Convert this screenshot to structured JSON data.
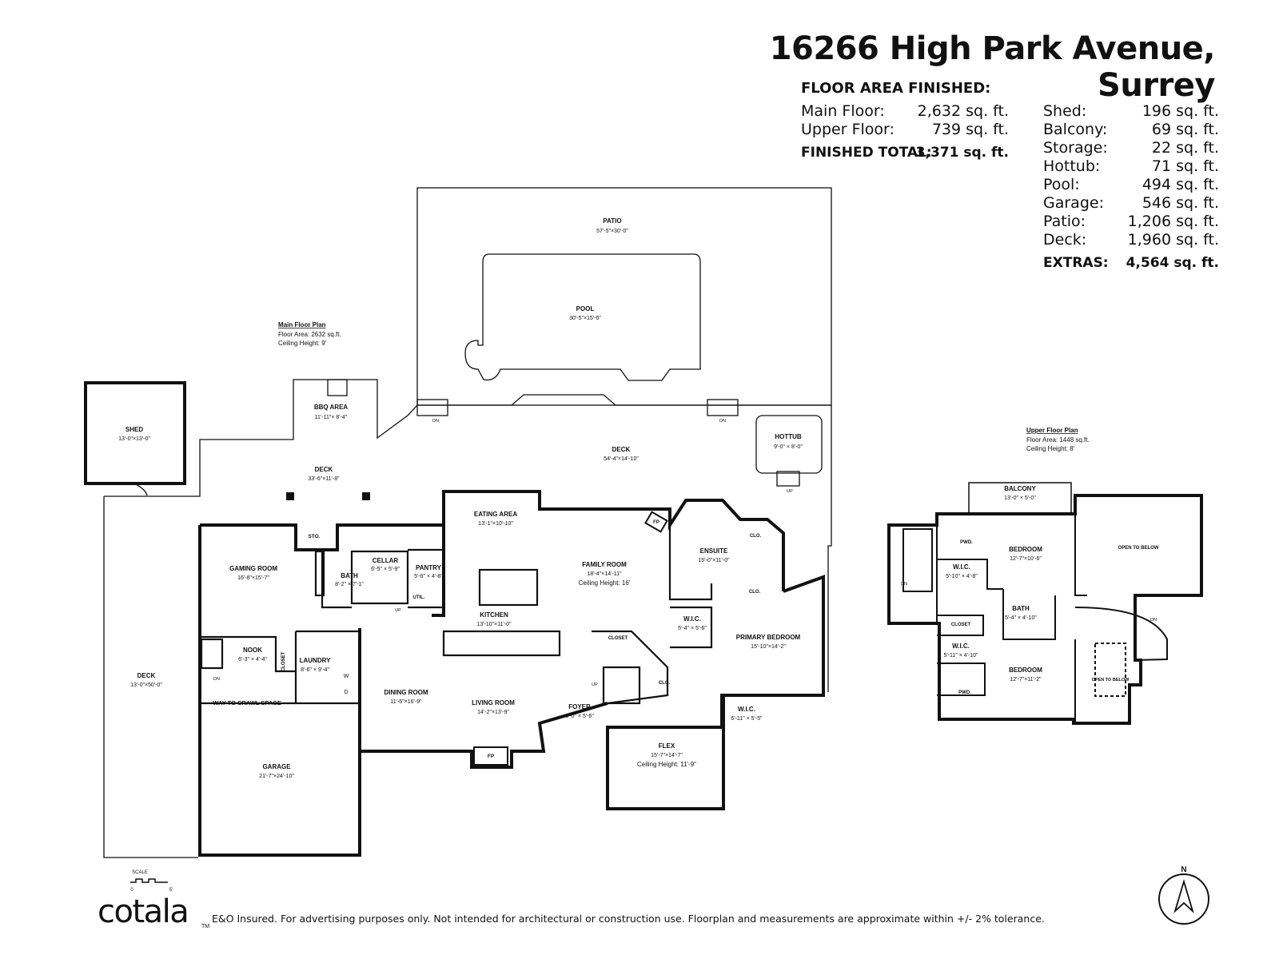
{
  "header": {
    "address": "16266 High Park Avenue, Surrey",
    "floor_area_heading": "FLOOR AREA FINISHED:"
  },
  "finished": [
    {
      "label": "Main Floor:",
      "value": "2,632 sq. ft."
    },
    {
      "label": "Upper Floor:",
      "value": "739 sq. ft."
    }
  ],
  "finished_total": {
    "label": "FINISHED TOTAL:",
    "value": "3,371 sq. ft."
  },
  "extras": [
    {
      "label": "Shed:",
      "value": "196 sq. ft."
    },
    {
      "label": "Balcony:",
      "value": "69 sq. ft."
    },
    {
      "label": "Storage:",
      "value": "22 sq. ft."
    },
    {
      "label": "Hottub:",
      "value": "71 sq. ft."
    },
    {
      "label": "Pool:",
      "value": "494 sq. ft."
    },
    {
      "label": "Garage:",
      "value": "546 sq. ft."
    },
    {
      "label": "Patio:",
      "value": "1,206 sq. ft."
    },
    {
      "label": "Deck:",
      "value": "1,960 sq. ft."
    }
  ],
  "extras_total": {
    "label": "EXTRAS:",
    "value": "4,564 sq. ft."
  },
  "main_plan": {
    "title": "Main Floor Plan",
    "area": "Floor Area: 2632 sq.ft.",
    "ceiling": "Ceiling Height: 9'"
  },
  "upper_plan": {
    "title": "Upper Floor Plan",
    "area": "Floor Area: 1448 sq.ft.",
    "ceiling": "Ceiling Height: 8'"
  },
  "rooms": {
    "patio": {
      "name": "PATIO",
      "dim": "57'-5\"×30'-0\""
    },
    "pool": {
      "name": "POOL",
      "dim": "30'-5\"×15'-6\""
    },
    "shed": {
      "name": "SHED",
      "dim": "13'-0\"×13'-0\""
    },
    "bbq": {
      "name": "BBQ AREA",
      "dim": "11'-11\"× 8'-4\""
    },
    "deck_a": {
      "name": "DECK",
      "dim": "33'-6\"×11'-8\""
    },
    "deck_b": {
      "name": "DECK",
      "dim": "54'-4\"×14'-10\""
    },
    "deck_c": {
      "name": "DECK",
      "dim": "13'-0\"×50'-0\""
    },
    "hottub": {
      "name": "HOTTUB",
      "dim": "9'-0\" × 8'-0\""
    },
    "eating": {
      "name": "EATING AREA",
      "dim": "13'-1\"×10'-10\""
    },
    "family": {
      "name": "FAMILY ROOM",
      "dim": "18'-4\"×14'-11\"",
      "extra": "Ceiling Height: 16'"
    },
    "ensuite": {
      "name": "ENSUITE",
      "dim": "15'-0\"×11'-0\""
    },
    "gaming": {
      "name": "GAMING ROOM",
      "dim": "16'-8\"×15'-7\""
    },
    "cellar": {
      "name": "CELLAR",
      "dim": "6'-5\" × 5'-9\""
    },
    "bath_m": {
      "name": "BATH",
      "dim": "8'-2\" × 7'-1\""
    },
    "pantry": {
      "name": "PANTRY",
      "dim": "5'-6\" × 4'-8\""
    },
    "kitchen": {
      "name": "KITCHEN",
      "dim": "13'-10\"×11'-0\""
    },
    "wic_m1": {
      "name": "W.I.C.",
      "dim": "5'-4\" × 5'-6\""
    },
    "primary": {
      "name": "PRIMARY BEDROOM",
      "dim": "15'-10\"×14'-2\""
    },
    "nook": {
      "name": "NOOK",
      "dim": "6'-3\" × 4'-4\""
    },
    "laundry": {
      "name": "LAUNDRY",
      "dim": "8'-6\" × 9'-4\""
    },
    "dining": {
      "name": "DINING ROOM",
      "dim": "11'-6\"×16'-9\""
    },
    "living": {
      "name": "LIVING ROOM",
      "dim": "14'-2\"×13'-9\""
    },
    "foyer": {
      "name": "FOYER",
      "dim": "8'-0\" × 5'-6\""
    },
    "wic_m2": {
      "name": "W.I.C.",
      "dim": "6'-11\" × 5'-5\""
    },
    "flex": {
      "name": "FLEX",
      "dim": "15'-7\"×14'-7\"",
      "extra": "Ceiling Height: 11'-9\""
    },
    "garage": {
      "name": "GARAGE",
      "dim": "21'-7\"×24'-10\""
    },
    "balcony": {
      "name": "BALCONY",
      "dim": "13'-0\" × 5'-0\""
    },
    "bedroom1": {
      "name": "BEDROOM",
      "dim": "12'-7\"×10'-6\""
    },
    "bedroom2": {
      "name": "BEDROOM",
      "dim": "12'-7\"×11'-2\""
    },
    "wic_u1": {
      "name": "W.I.C.",
      "dim": "5'-10\" × 4'-8\""
    },
    "wic_u2": {
      "name": "W.I.C.",
      "dim": "5'-11\" × 4'-10\""
    },
    "bath_u": {
      "name": "BATH",
      "dim": "5'-4\" × 4'-10\""
    }
  },
  "labels": {
    "sto": "STO.",
    "util": "UTIL.",
    "closet_v": "CLOSET",
    "closet": "CLOSET",
    "clo": "CLO.",
    "fp": "FP",
    "crawl": "WAY TO CRAWL SPACE",
    "pwd": "PWD.",
    "open_below_1": "OPEN TO BELOW",
    "open_below_2": "OPEN TO BELOW",
    "up": "UP",
    "dn": "DN",
    "w": "W",
    "d": "D",
    "scale": "SCALE",
    "scale_0": "0",
    "scale_5": "5'",
    "north": "N"
  },
  "footer": {
    "brand": "cotala",
    "tm": "TM",
    "disclaimer": "E&O Insured. For advertising purposes only. Not intended for architectural or construction use. Floorplan and measurements are approximate within +/- 2% tolerance."
  }
}
